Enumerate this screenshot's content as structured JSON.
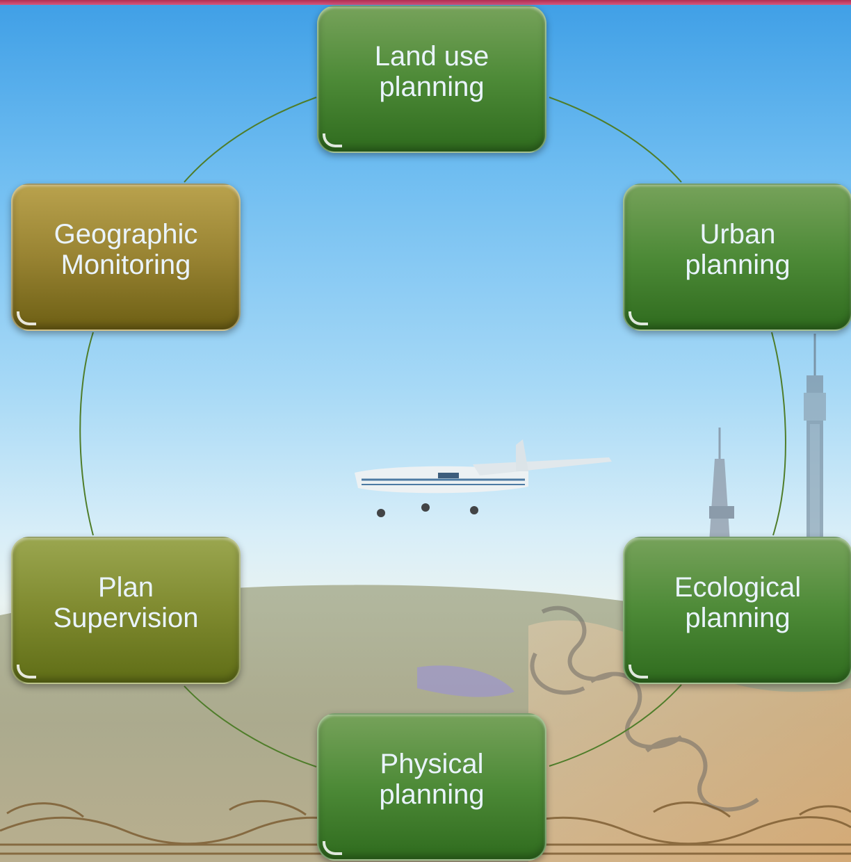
{
  "diagram": {
    "nodes": [
      {
        "id": "land-use",
        "label": "Land use\nplanning",
        "color": "#4d8a37"
      },
      {
        "id": "urban",
        "label": "Urban\nplanning",
        "color": "#4d8a37"
      },
      {
        "id": "ecological",
        "label": "Ecological\nplanning",
        "color": "#4d8a37"
      },
      {
        "id": "physical",
        "label": "Physical\nplanning",
        "color": "#5a8f3a"
      },
      {
        "id": "plan-supervision",
        "label": "Plan\nSupervision",
        "color": "#7f8a2f"
      },
      {
        "id": "geographic-monitoring",
        "label": "Geographic\nMonitoring",
        "color": "#988332"
      }
    ],
    "connector_color": "#4f7d2a",
    "accent_bar_color": "#c0365f"
  }
}
